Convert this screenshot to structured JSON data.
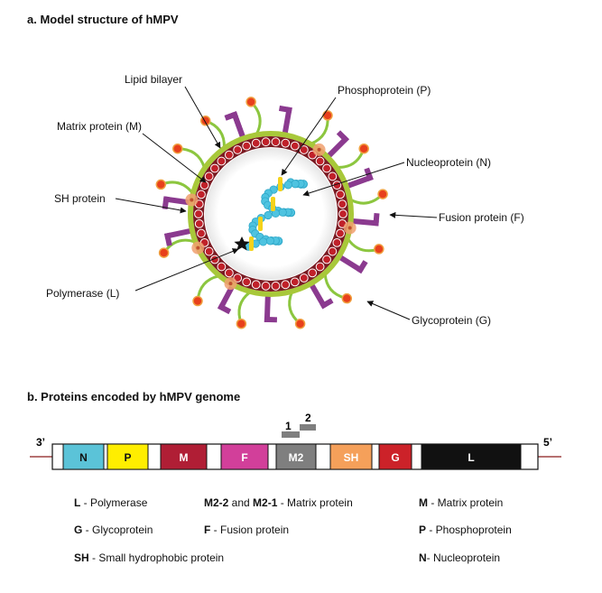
{
  "section_a": {
    "title": "a. Model structure of hMPV"
  },
  "section_b": {
    "title": "b. Proteins encoded by hMPV genome"
  },
  "virion_labels": {
    "lipid_bilayer": "Lipid bilayer",
    "phosphoprotein": "Phosphoprotein (P)",
    "matrix": "Matrix protein (M)",
    "nucleoprotein": "Nucleoprotein (N)",
    "sh": "SH protein",
    "fusion": "Fusion protein (F)",
    "polymerase": "Polymerase (L)",
    "glycoprotein": "Glycoprotein (G)"
  },
  "colors": {
    "envelope": "#a8c83a",
    "matrix_dot": "#c0212a",
    "nucleocapsid": "#4ec3e0",
    "phospho": "#f4d21b",
    "fusion": "#8b3a8f",
    "glyco_head": "#e8401c",
    "glyco_stalk": "#8cc63f",
    "sh_blob": "#f0a070",
    "genome_line": "#8b1a1a"
  },
  "genome": {
    "end_3": "3’",
    "end_5": "5’",
    "m2_labels": [
      "1",
      "2"
    ],
    "genes": [
      {
        "label": "N",
        "color": "#5bc3d8",
        "text_color": "#111111"
      },
      {
        "label": "P",
        "color": "#ffee00",
        "text_color": "#111111"
      },
      {
        "label": "M",
        "color": "#b01e35",
        "text_color": "#ffffff"
      },
      {
        "label": "F",
        "color": "#d23f9a",
        "text_color": "#ffffff"
      },
      {
        "label": "M2",
        "color": "#7f7f7f",
        "text_color": "#ffffff"
      },
      {
        "label": "SH",
        "color": "#f5a05a",
        "text_color": "#ffffff"
      },
      {
        "label": "G",
        "color": "#cc2229",
        "text_color": "#ffffff"
      },
      {
        "label": "L",
        "color": "#111111",
        "text_color": "#ffffff"
      }
    ]
  },
  "legend": {
    "l_key": "L",
    "l_desc": " - Polymerase",
    "m2_key1": "M2-2",
    "m2_mid": " and ",
    "m2_key2": "M2-1",
    "m2_desc": " - Matrix protein",
    "m_key": "M",
    "m_desc": " - Matrix protein",
    "g_key": "G",
    "g_desc": " - Glycoprotein",
    "f_key": "F",
    "f_desc": " - Fusion protein",
    "p_key": "P",
    "p_desc": " - Phosphoprotein",
    "sh_key": "SH",
    "sh_desc": " - Small hydrophobic protein",
    "n_key": "N",
    "n_desc": "- Nucleoprotein"
  }
}
